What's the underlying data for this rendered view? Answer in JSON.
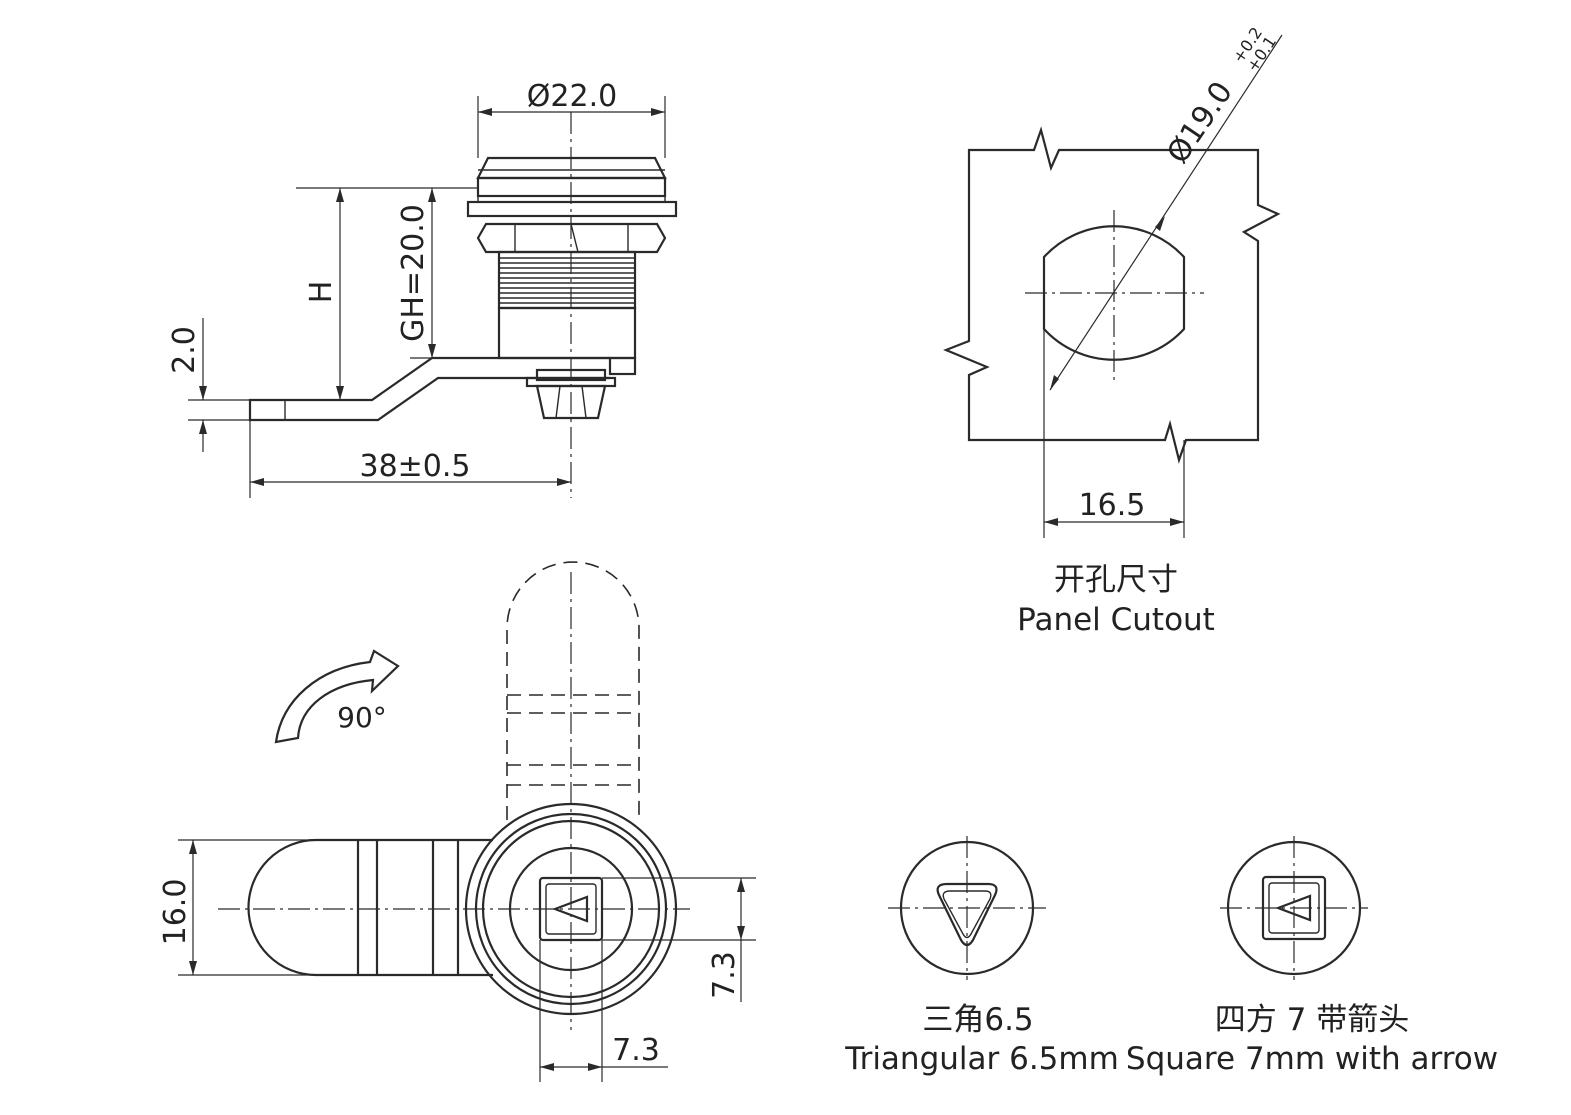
{
  "side_view": {
    "dim_body_diameter": "Ø22.0",
    "dim_gh": "GH=20.0",
    "dim_h": "H",
    "dim_offset": "2.0",
    "dim_cam_length": "38±0.5"
  },
  "panel_cutout": {
    "dim_hole_diameter": "Ø19.0",
    "tol_upper": "+0.2",
    "tol_lower": "+0.1",
    "dim_flat_width": "16.5",
    "caption_cn": "开孔尺寸",
    "caption_en": "Panel Cutout"
  },
  "front_view": {
    "rotation_label": "90°",
    "dim_cam_width": "16.0",
    "dim_key_vertical": "7.3",
    "dim_key_horizontal": "7.3"
  },
  "key_options": [
    {
      "caption_cn": "三角6.5",
      "caption_en": "Triangular 6.5mm"
    },
    {
      "caption_cn": "四方 7 带箭头",
      "caption_en": "Square 7mm with arrow"
    }
  ]
}
